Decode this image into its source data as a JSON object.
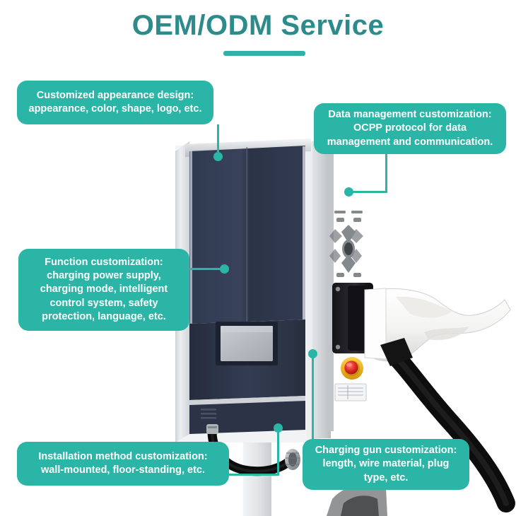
{
  "page": {
    "title": "OEM/ODM Service",
    "accent_color": "#2bb5a6",
    "title_color": "#2e8b8b",
    "background": "#ffffff"
  },
  "callouts": [
    {
      "id": "appearance",
      "name": "customized-appearance-design",
      "text": "Customized appearance design:\nappearance, color, shape, logo, etc.",
      "align": "center"
    },
    {
      "id": "data_management",
      "name": "data-management-customization",
      "text": "Data management customization:\nOCPP protocol for data\nmanagement and communication.",
      "align": "center"
    },
    {
      "id": "function",
      "name": "function-customization",
      "text": "Function customization:\ncharging power supply,\ncharging mode, intelligent\ncontrol system, safety\nprotection, language, etc.",
      "align": "center"
    },
    {
      "id": "installation",
      "name": "installation-method-customization",
      "text": "Installation method customization:\nwall-mounted, floor-standing, etc.",
      "align": "center"
    },
    {
      "id": "charging_gun",
      "name": "charging-gun-customization",
      "text": "Charging gun customization:\nlength, wire material, plug\ntype, etc.",
      "align": "center"
    }
  ],
  "product": {
    "name": "ev-charging-station",
    "body_color": "#333c52",
    "frame_color": "#d9dbdd",
    "screen_color": "#b9bec4",
    "emergency_button_color": "#e02b24",
    "emergency_ring_color": "#f2b410",
    "connector_color": "#ffffff",
    "cable_color": "#111111",
    "pole_color": "#eceef0"
  }
}
